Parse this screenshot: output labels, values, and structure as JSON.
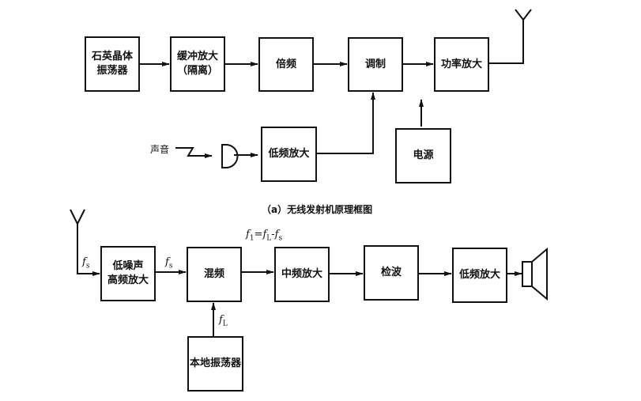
{
  "transmitter": {
    "caption": "（a）无线发射机原理框图",
    "blocks": {
      "crystal_oscillator": "石英晶体\n振荡器",
      "buffer_amplifier": "缓冲放大\n（隔离）",
      "frequency_multiplier": "倍频",
      "modulator": "调制",
      "power_amplifier": "功率放大",
      "audio_amplifier": "低频放大",
      "power_supply": "电源"
    },
    "input_label": "声音",
    "icons": [
      "antenna-icon",
      "microphone-icon"
    ]
  },
  "receiver": {
    "blocks": {
      "lna": "低噪声\n高频放大",
      "mixer": "混频",
      "if_amplifier": "中频放大",
      "detector": "检波",
      "audio_amplifier": "低频放大",
      "local_oscillator": "本地振荡器"
    },
    "signal_labels": {
      "antenna_in": "f",
      "antenna_in_sub": "s",
      "lna_out": "f",
      "lna_out_sub": "s",
      "mixer_out": "f",
      "mixer_out_sub1": "1",
      "mixer_out_mid": "=f",
      "mixer_out_sub2": "L",
      "mixer_out_tail": "-f",
      "mixer_out_sub3": "s",
      "lo_out": "f",
      "lo_out_sub": "L"
    },
    "icons": [
      "antenna-icon",
      "speaker-icon"
    ]
  }
}
